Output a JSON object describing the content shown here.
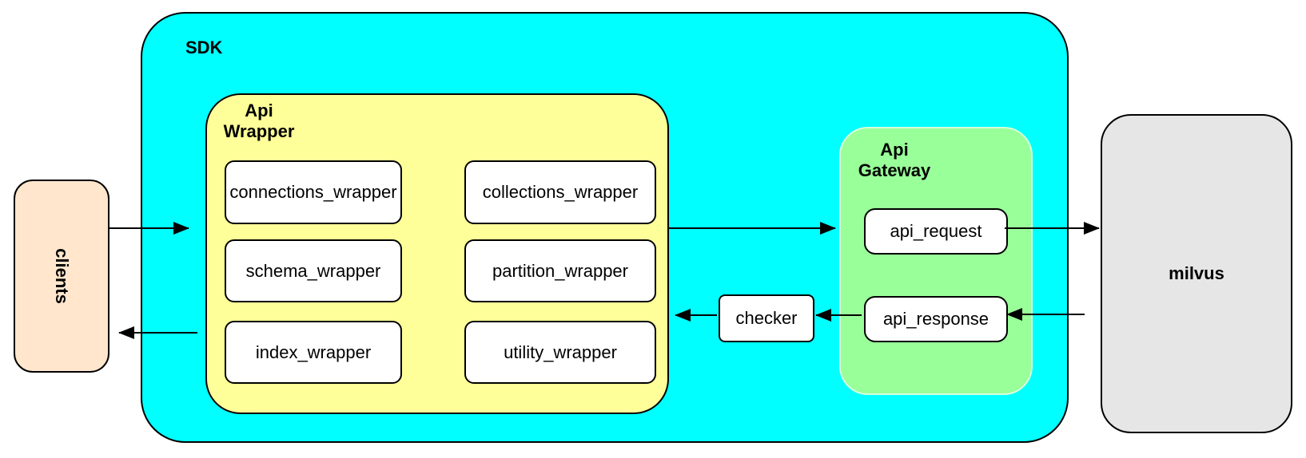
{
  "nodes": {
    "clients": {
      "label": "clients",
      "fill": "#FFE6CC"
    },
    "sdk": {
      "label": "SDK",
      "fill": "#00FFFF"
    },
    "api_wrapper": {
      "label": "Api Wrapper",
      "fill": "#FFFF99"
    },
    "wrapper_items": [
      "connections_wrapper",
      "collections_wrapper",
      "schema_wrapper",
      "partition_wrapper",
      "index_wrapper",
      "utility_wrapper"
    ],
    "checker": {
      "label": "checker",
      "fill": "#FFFFFF"
    },
    "api_gateway": {
      "label": "Api Gateway",
      "fill": "#99FF99"
    },
    "gateway_items": [
      "api_request",
      "api_response"
    ],
    "milvus": {
      "label": "milvus",
      "fill": "#E6E6E6"
    }
  },
  "edges": [
    {
      "from": "clients",
      "to": "sdk"
    },
    {
      "from": "api_wrapper",
      "to": "api_gateway"
    },
    {
      "from": "api_request",
      "to": "milvus"
    },
    {
      "from": "milvus",
      "to": "api_response"
    },
    {
      "from": "api_response",
      "to": "checker"
    },
    {
      "from": "checker",
      "to": "api_wrapper"
    },
    {
      "from": "api_wrapper",
      "to": "clients"
    }
  ],
  "colors": {
    "background": "#FFFFFF",
    "stroke": "#000000"
  }
}
